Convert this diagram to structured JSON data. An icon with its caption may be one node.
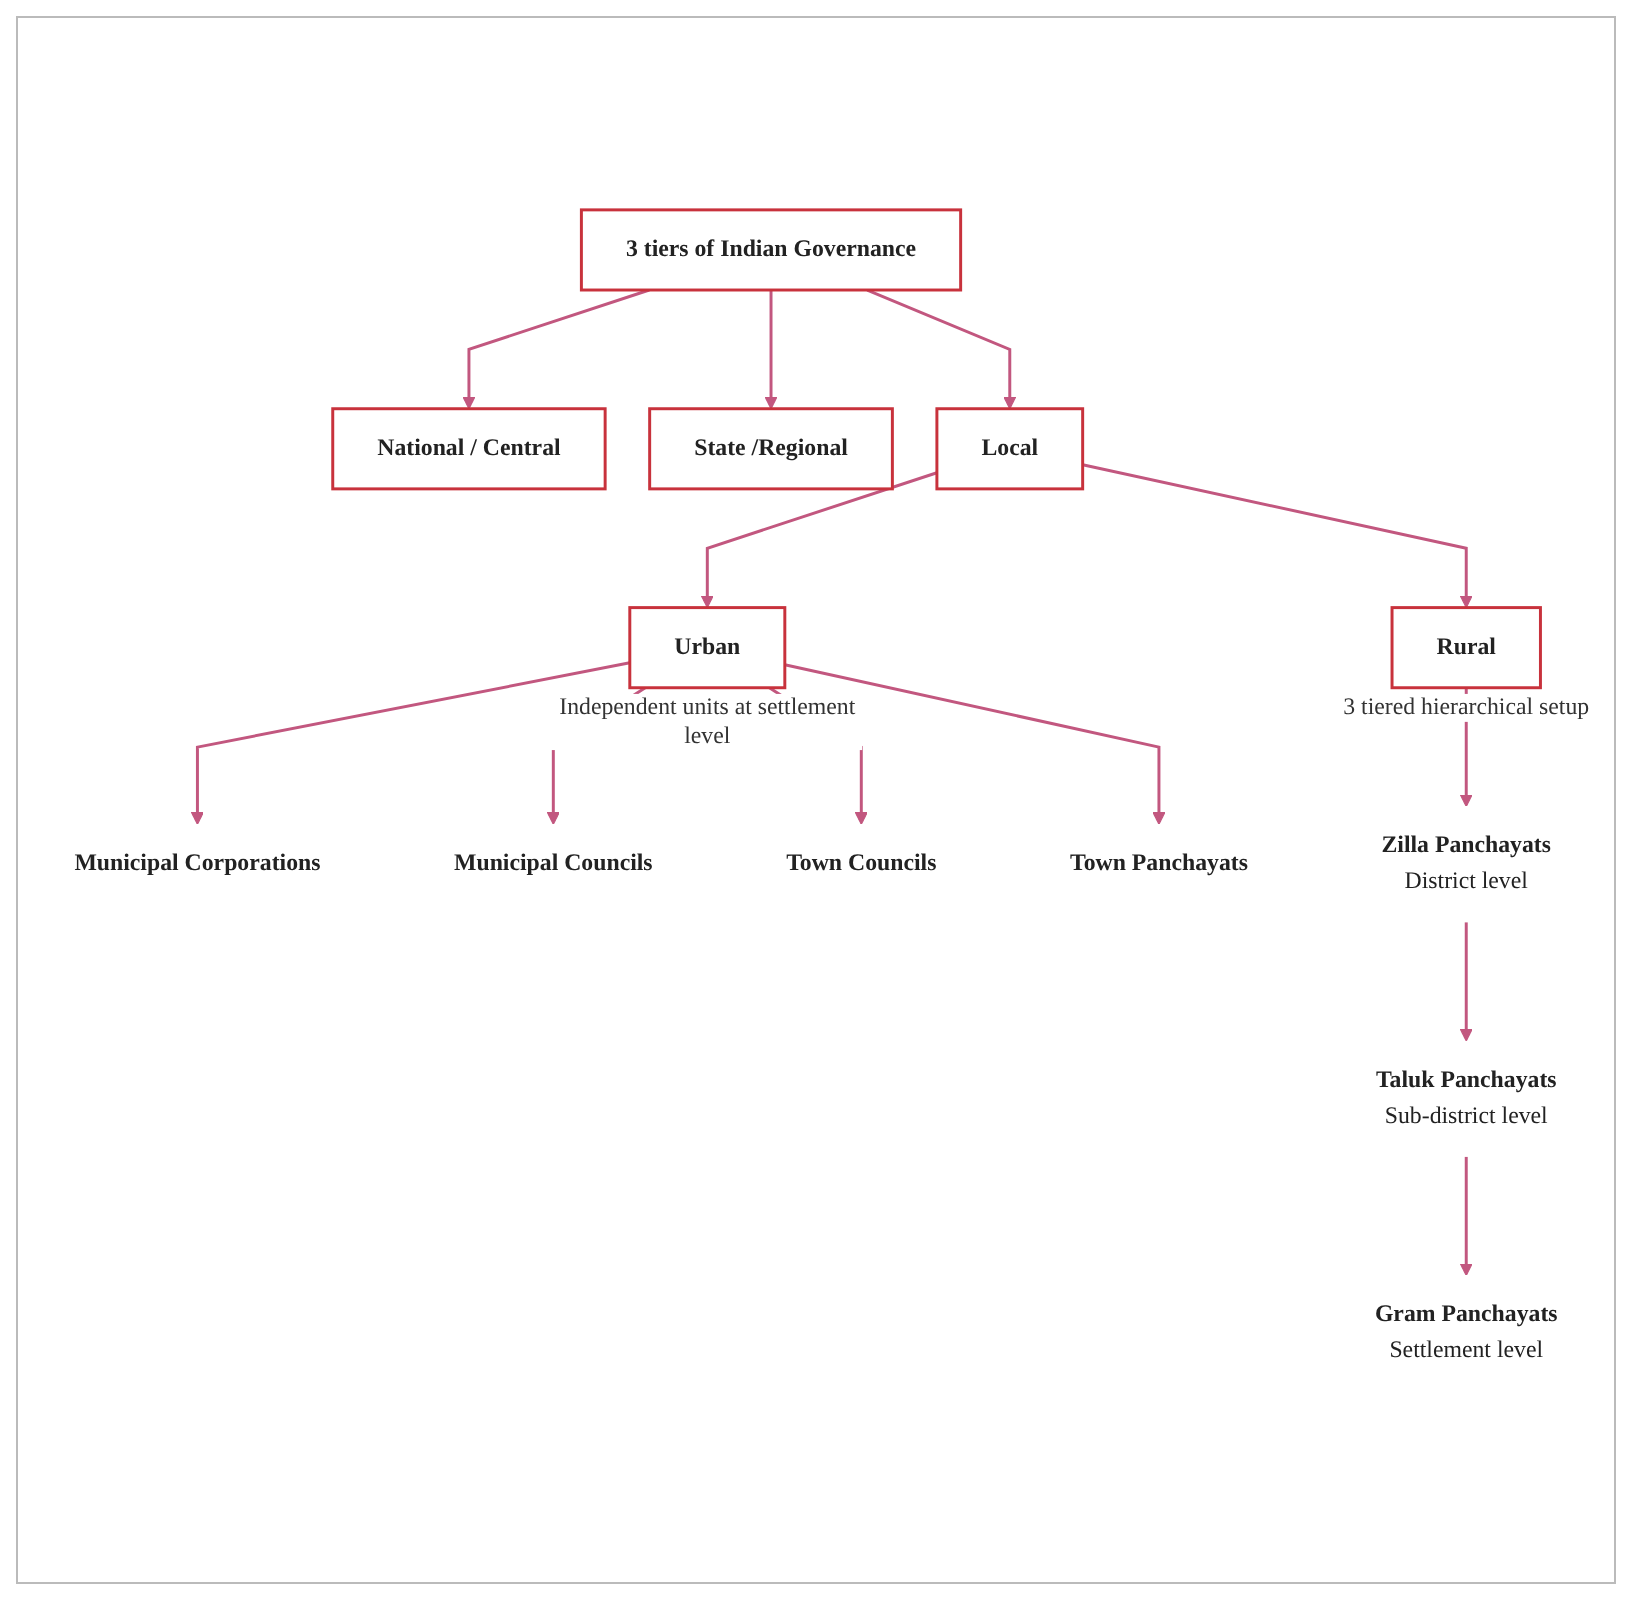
{
  "diagram": {
    "nodes": [
      {
        "text": [
          "3 tiers of Indian Governance"
        ]
      },
      {
        "text": [
          "National / Central"
        ]
      },
      {
        "text": [
          "State /Regional"
        ]
      },
      {
        "text": [
          "Local"
        ]
      },
      {
        "text": [
          "Urban"
        ],
        "beside": [
          "Independent units at settlement level"
        ]
      },
      {
        "text": [
          "Rural"
        ],
        "beside": [
          "3 tiered hierarchical setup"
        ]
      },
      {
        "text": [
          "Municipal Corporations"
        ]
      },
      {
        "text": [
          "Municipal Councils"
        ]
      },
      {
        "text": [
          "Town Councils"
        ]
      },
      {
        "text": [
          "Town Panchayats"
        ]
      },
      {
        "text": [
          "Zilla Panchayats",
          "District level"
        ]
      },
      {
        "text": [
          "Taluk Panchayats",
          "Sub-district level"
        ]
      },
      {
        "text": [
          "Gram Panchayats",
          "Settlement level"
        ]
      }
    ],
    "edges": [
      {
        "from": 0,
        "to": 1,
        "arrow": "to"
      },
      {
        "from": 0,
        "to": 2,
        "arrow": "to"
      },
      {
        "from": 0,
        "to": 3,
        "arrow": "to"
      },
      {
        "from": 3,
        "to": 4,
        "arrow": "to"
      },
      {
        "from": 3,
        "to": 5,
        "arrow": "to"
      },
      {
        "from": 4,
        "to": 6,
        "arrow": "to"
      },
      {
        "from": 4,
        "to": 7,
        "arrow": "to"
      },
      {
        "from": 4,
        "to": 8,
        "arrow": "to"
      },
      {
        "from": 4,
        "to": 9,
        "arrow": "to"
      },
      {
        "from": 5,
        "to": 10,
        "arrow": "to"
      },
      {
        "from": 10,
        "to": 11,
        "arrow": "to"
      },
      {
        "from": 11,
        "to": 12,
        "arrow": "to"
      }
    ]
  }
}
